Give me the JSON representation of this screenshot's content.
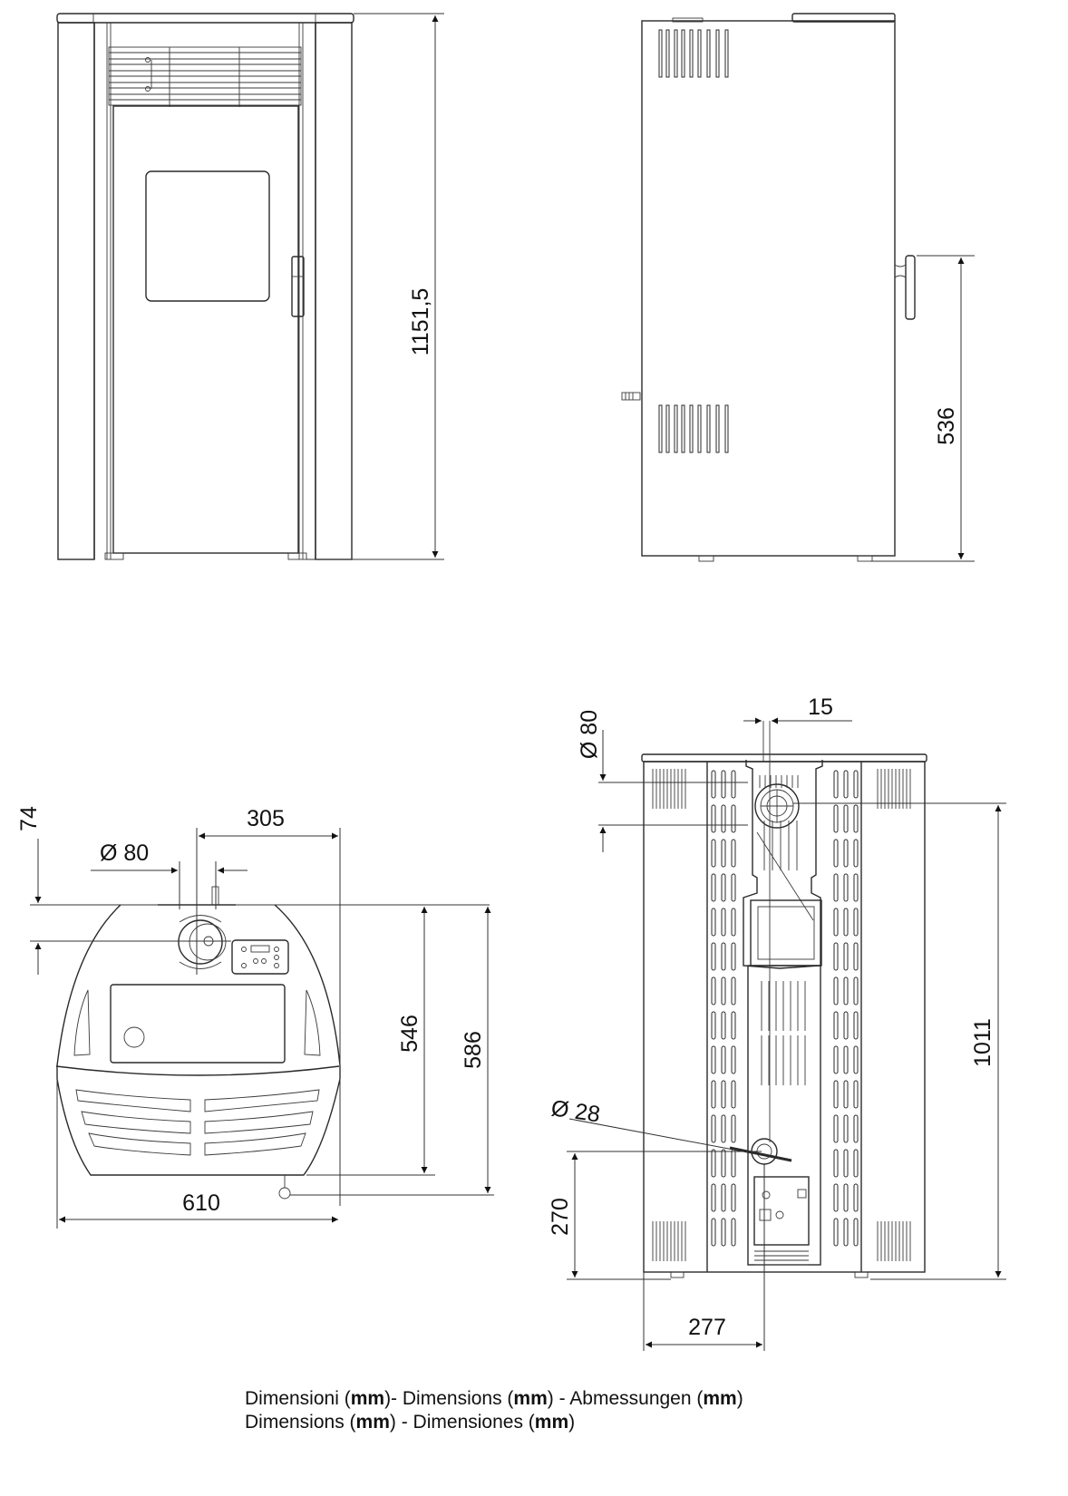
{
  "drawing": {
    "subject": "Pellet stove technical dimension drawing",
    "views": {
      "front": {
        "dimensions": {
          "height": "1151,5"
        }
      },
      "side": {
        "dimensions": {
          "handle_height": "536"
        }
      },
      "top": {
        "dimensions": {
          "flue_offset_depth": "74",
          "flue_diameter": "Ø  80",
          "flue_center_to_side": "305",
          "depth_body": "546",
          "depth_total": "586",
          "width": "610"
        }
      },
      "rear": {
        "dimensions": {
          "air_inlet_diameter": "Ø 80",
          "air_inlet_offset": "15",
          "flue_height": "1011",
          "outlet_diameter": "Ø  28",
          "outlet_height": "270",
          "outlet_from_side": "277"
        }
      }
    },
    "caption": {
      "line1": [
        {
          "text": "Dimensioni (",
          "bold": false
        },
        {
          "text": "mm",
          "bold": true
        },
        {
          "text": ")- Dimensions (",
          "bold": false
        },
        {
          "text": "mm",
          "bold": true
        },
        {
          "text": ") - Abmessungen (",
          "bold": false
        },
        {
          "text": "mm",
          "bold": true
        },
        {
          "text": ")",
          "bold": false
        }
      ],
      "line2": [
        {
          "text": "Dimensions (",
          "bold": false
        },
        {
          "text": "mm",
          "bold": true
        },
        {
          "text": ") - Dimensiones (",
          "bold": false
        },
        {
          "text": "mm",
          "bold": true
        },
        {
          "text": ")",
          "bold": false
        }
      ]
    },
    "colors": {
      "line": "#2a2a2a",
      "background": "#ffffff",
      "text": "#111111"
    }
  }
}
